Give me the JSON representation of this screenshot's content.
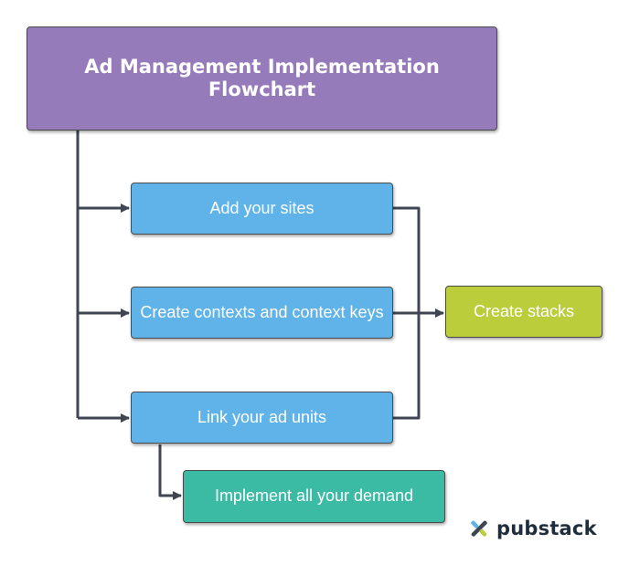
{
  "title": {
    "text": "Ad Management Implementation Flowchart",
    "color": "#967bbb"
  },
  "steps": [
    {
      "label": "Add your sites",
      "color": "#5fb3e8"
    },
    {
      "label": "Create contexts and context keys",
      "color": "#5fb3e8"
    },
    {
      "label": "Link your ad units",
      "color": "#5fb3e8"
    }
  ],
  "result": {
    "label": "Create stacks",
    "color": "#bccd3b"
  },
  "demand": {
    "label": "Implement all your demand",
    "color": "#3bbaa4"
  },
  "logo": {
    "text": "pubstack",
    "icon": "pubstack-logo-icon"
  },
  "connector_color": "#3f4651"
}
